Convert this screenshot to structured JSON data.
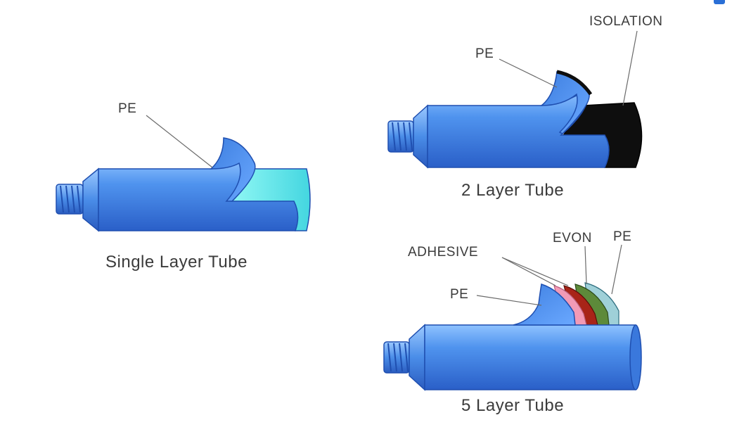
{
  "diagrams": [
    {
      "caption": "Single Layer Tube",
      "labels": [
        "PE"
      ],
      "colors": {
        "body": "#4d8fe8",
        "inner": "#6ff0f0"
      }
    },
    {
      "caption": "2 Layer Tube",
      "labels": [
        "PE",
        "ISOLATION"
      ],
      "colors": {
        "body": "#4d8fe8",
        "isolation": "#111111"
      }
    },
    {
      "caption": "5 Layer Tube",
      "labels": [
        "PE",
        "ADHESIVE",
        "EVON",
        "PE"
      ],
      "colors": {
        "body": "#4d8fe8",
        "adhesive": "#f29ab6",
        "evon": "#a82418",
        "green_layer": "#5d8a3a",
        "outer_pe": "#9fd0d8"
      }
    }
  ]
}
